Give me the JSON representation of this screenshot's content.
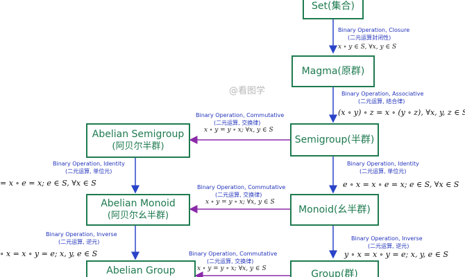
{
  "nodes": {
    "set": "Set(集合)",
    "magma": "Magma(原群)",
    "semigroup": "Semigroup(半群)",
    "abelian_semigroup": [
      "Abelian Semigroup",
      "(阿贝尔半群)"
    ],
    "monoid": "Monoid(幺半群)",
    "abelian_monoid": [
      "Abelian Monoid",
      "(阿贝尔幺半群)"
    ],
    "group": "Group(群)",
    "abelian_group": "Abelian Group"
  },
  "labels": {
    "closure": [
      "Binary Operation, Closure",
      "(二元运算封闭性)",
      "x ∘ y ∈ S, ∀x, y ∈ S"
    ],
    "associative": [
      "Binary Operation, Associative",
      "(二元运算, 结合律)"
    ],
    "assoc_formula": "(x ∘ y) ∘ z = x ∘ (y ∘ z), ∀x, y, z ∈ S",
    "comm1": [
      "Binary Operation, Commutative",
      "(二元运算, 交换律)",
      "x ∘ y = y ∘ x; ∀x, y ∈ S"
    ],
    "identity_left": [
      "Binary Operation, Identity",
      "(二元运算, 单位元)"
    ],
    "identity_right": [
      "Binary Operation, Identity",
      "(二元运算, 单位元)"
    ],
    "identity_formula_left": "= x ∘ e = x; e ∈ S, ∀x ∈ S",
    "identity_formula_right": "e ∘ x = x ∘ e = x; e ∈ S, ∀x ∈ S",
    "comm2": [
      "Binary Operation, Commutative",
      "(二元运算, 交换律)",
      "x ∘ y = y ∘ x; ∀x, y ∈ S"
    ],
    "inverse_left": [
      "Binary Operation, Inverse",
      "(二元运算, 逆元)"
    ],
    "inverse_right": [
      "Binary Operation, Inverse",
      "(二元运算, 逆元)"
    ],
    "inverse_formula_left": "∘ x = x ∘ y = e; x, y, e ∈ S",
    "inverse_formula_right": "y ∘ x = x ∘ y = e; x, y, e ∈ S",
    "comm3": [
      "Binary Operation, Commutative",
      "(二元运算, 交换律)",
      "x ∘ y = y ∘ x; ∀x, y ∈ S"
    ]
  },
  "watermark": "@看图学",
  "colors": {
    "node": "#1e7a4f",
    "arrow_vertical": "#2a44c8",
    "arrow_horizontal": "#8a2aa8",
    "label": "#2233bb"
  }
}
